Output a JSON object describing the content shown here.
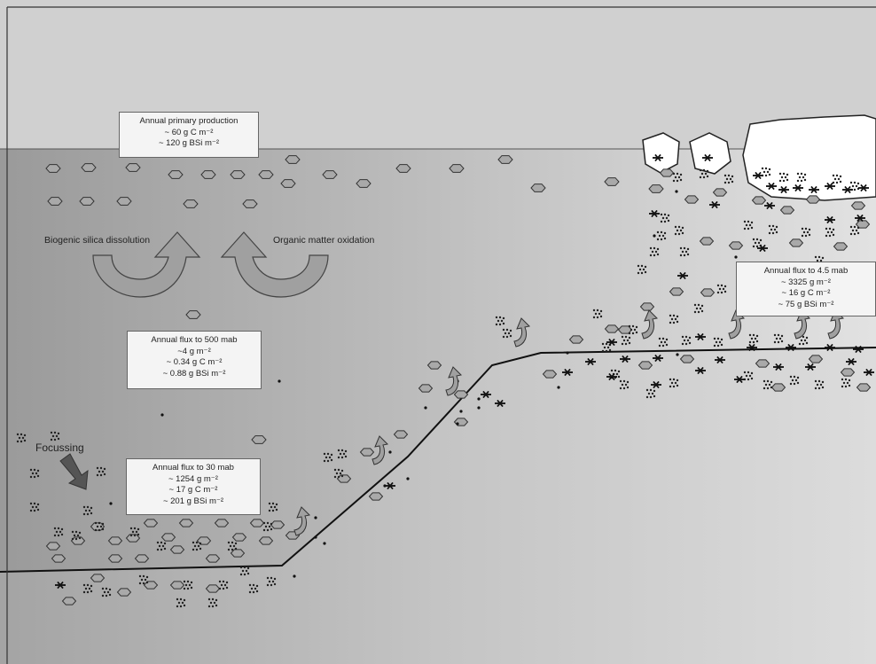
{
  "labels": {
    "biogenic_silica": "Biogenic silica dissolution",
    "organic_matter": "Organic matter oxidation",
    "focussing": "Focussing"
  },
  "boxes": {
    "primary_production": {
      "title": "Annual primary production",
      "line1": "~ 60 g C m⁻²",
      "line2": "~ 120 g BSi m⁻²"
    },
    "flux_500": {
      "title": "Annual flux to 500 mab",
      "line1": "~4 g m⁻²",
      "line2": "~ 0.34 g C m⁻²",
      "line3": "~ 0.88 g BSi m⁻²"
    },
    "flux_30": {
      "title": "Annual flux to 30 mab",
      "line1": "~ 1254 g m⁻²",
      "line2": "~ 17 g C m⁻²",
      "line3": "~ 201 g BSi m⁻²"
    },
    "flux_4_5": {
      "title": "Annual flux to 4.5 mab",
      "line1": "~ 3325 g m⁻²",
      "line2": "~ 16 g C m⁻²",
      "line3": "~ 75 g BSi m⁻²"
    }
  },
  "colors": {
    "sky": "#d0d0d0",
    "water_dark": "#9a9a9a",
    "water_light": "#dedede",
    "particle_fill": "#a9a9a9",
    "arrow_fill": "#a0a0a0",
    "box_fill": "#f4f4f4"
  },
  "icons": [
    "ice-floe",
    "diatom-particle",
    "hexagon-particle",
    "resuspension-arrow",
    "dissolution-arrow",
    "oxidation-arrow",
    "focussing-arrow"
  ]
}
